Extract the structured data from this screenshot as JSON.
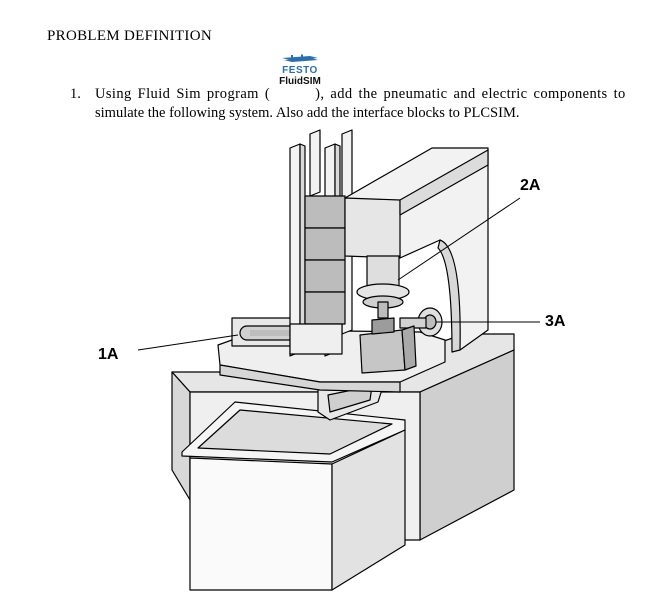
{
  "heading": "PROBLEM  DEFINITION",
  "item": {
    "number": "1.",
    "line1_before": "Using Fluid Sim program (",
    "line1_after": "), add the pneumatic and electric components to",
    "line2": "simulate the following system. Also add the interface blocks to PLCSIM."
  },
  "logo": {
    "brand": "FESTO",
    "product": "FluidSIM",
    "brand_color": "#2a6fb5"
  },
  "figure": {
    "labels": {
      "a1": "1A",
      "a2": "2A",
      "a3": "3A"
    }
  }
}
